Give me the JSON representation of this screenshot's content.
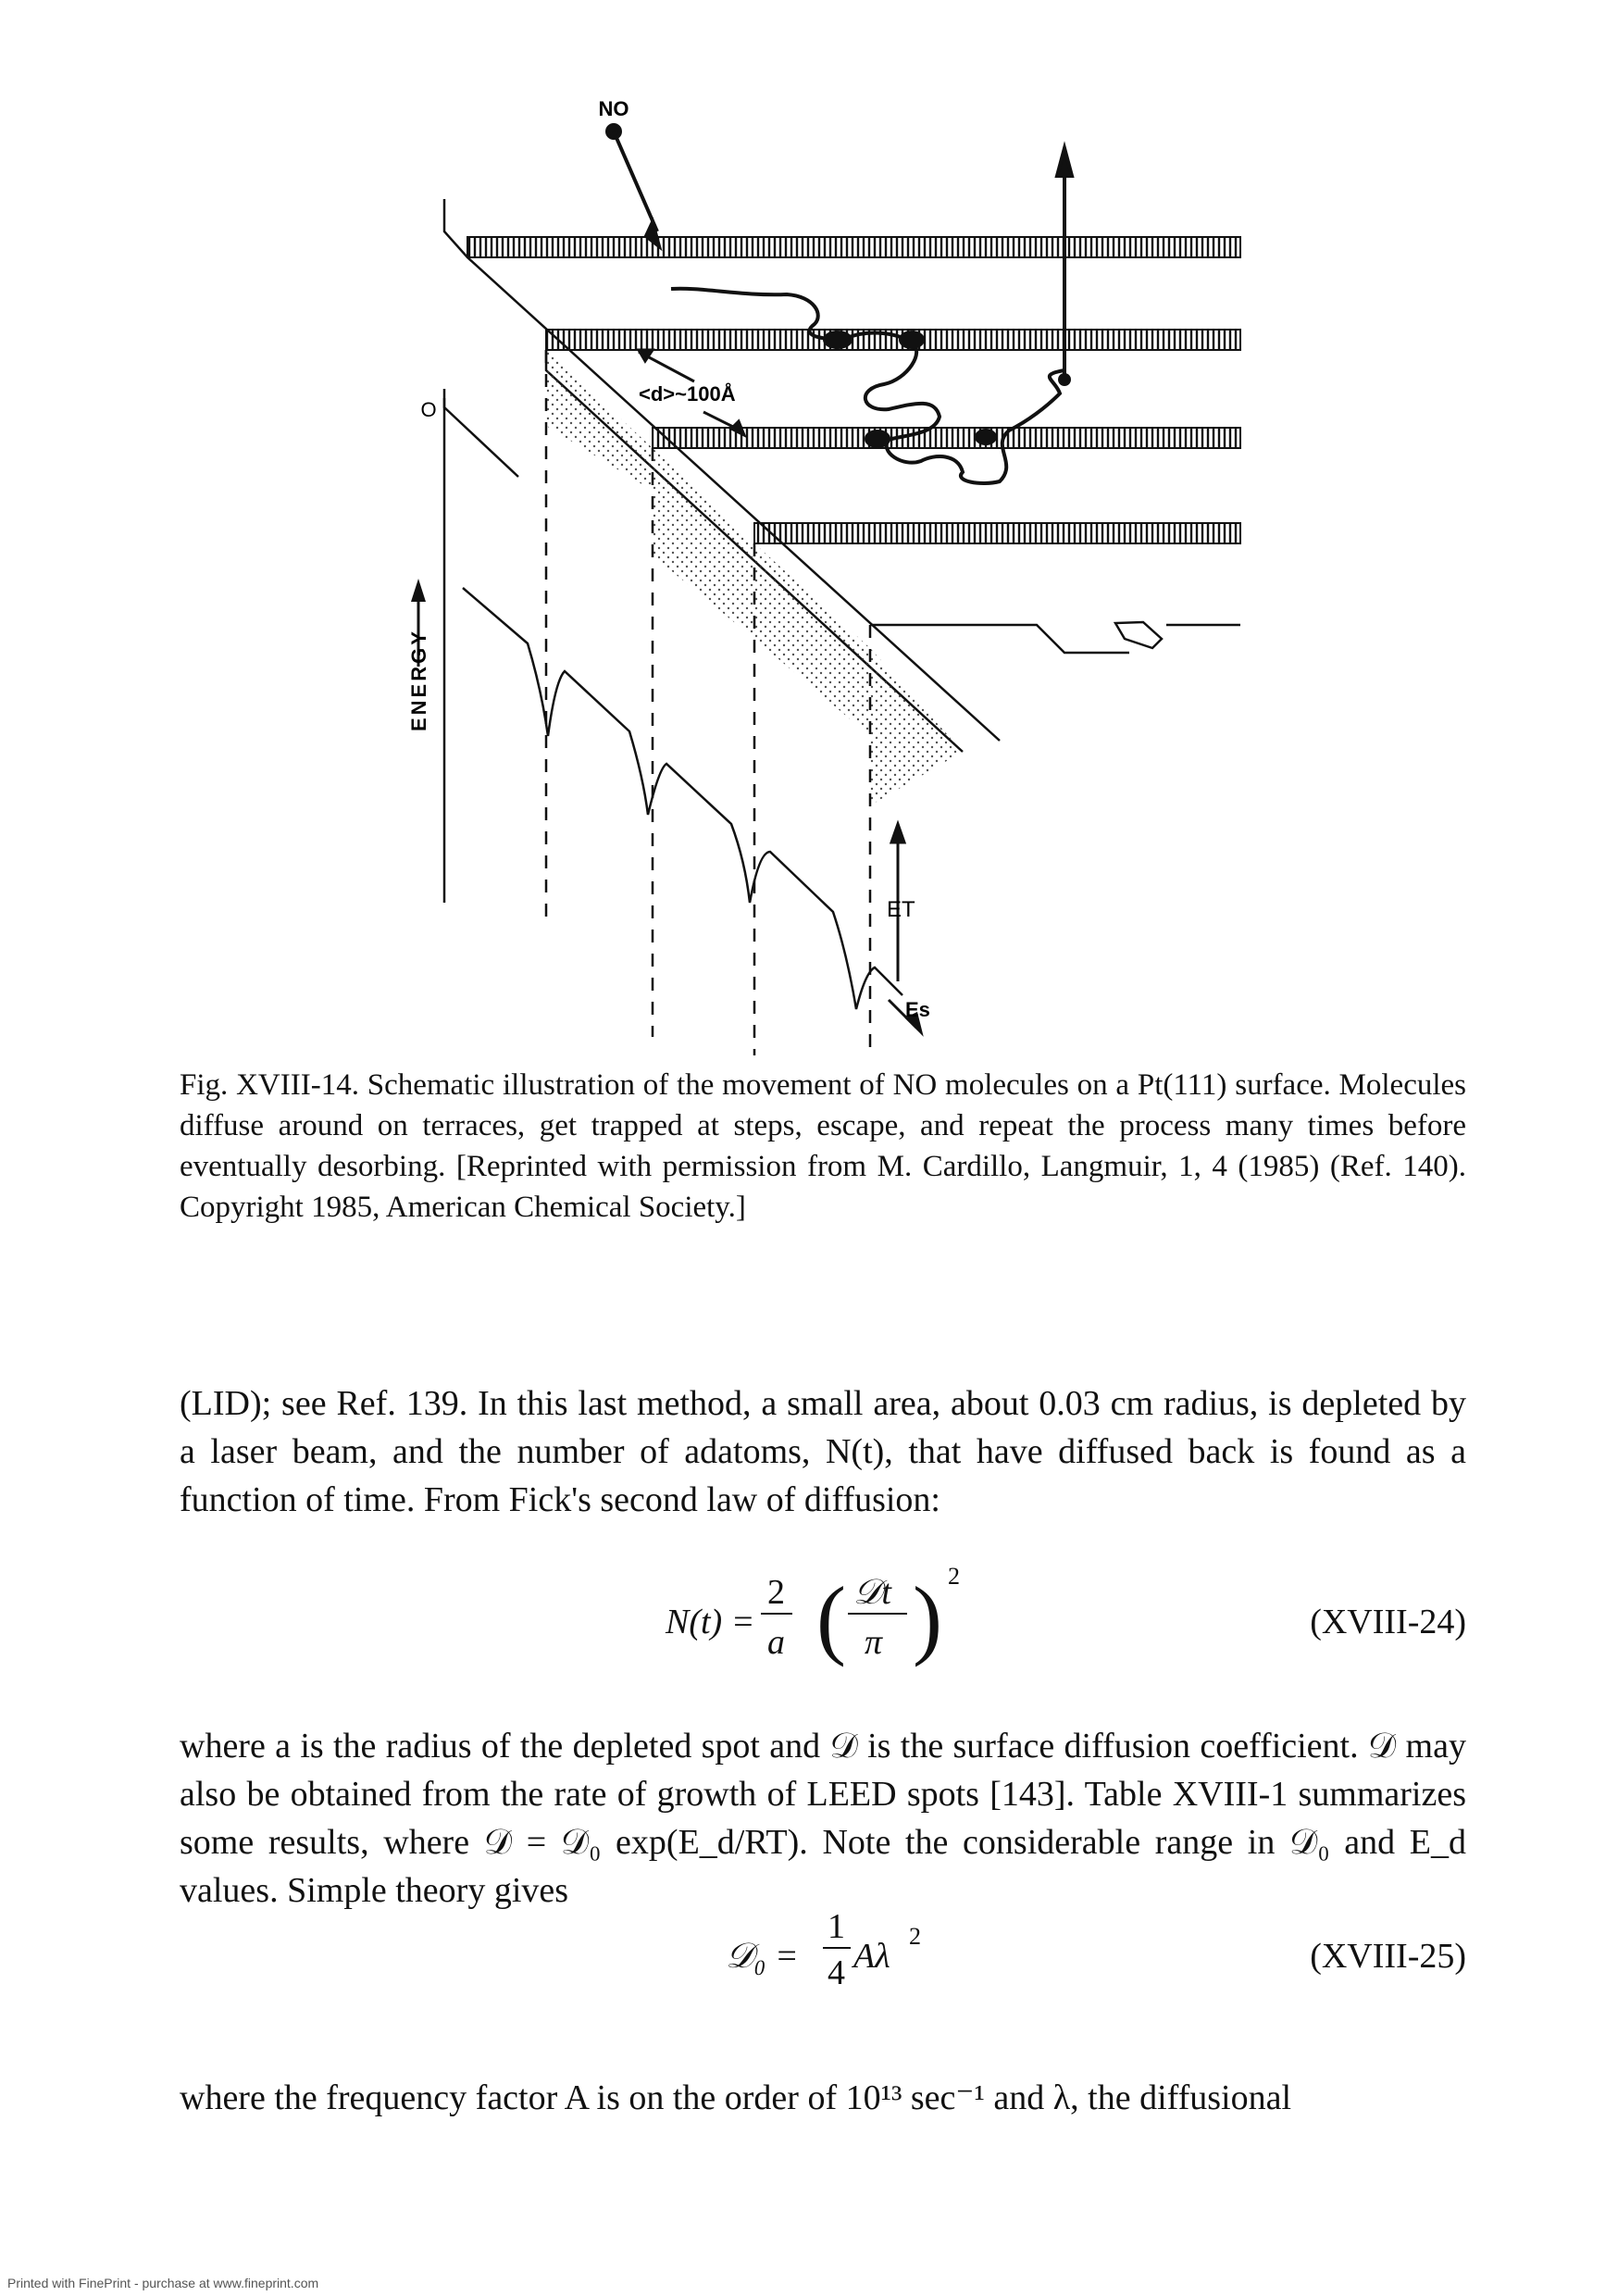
{
  "figure": {
    "labels": {
      "molecule": "NO",
      "zero": "O",
      "energy_axis": "ENERGY",
      "step_spacing": "<d>~100Å",
      "trap_energy": "ET",
      "step_energy": "Es"
    },
    "caption": "Fig. XVIII-14. Schematic illustration of the movement of NO molecules on a Pt(111) surface. Molecules diffuse around on terraces, get trapped at steps, escape, and repeat the process many times before eventually desorbing. [Reprinted with permission from M. Cardillo, Langmuir, 1, 4 (1985) (Ref. 140). Copyright 1985, American Chemical Society.]"
  },
  "body": {
    "para1": "(LID); see Ref. 139. In this last method, a small area, about 0.03 cm radius, is depleted by a laser beam, and the number of adatoms, N(t), that have diffused back is found as a function of time. From Fick's second law of diffusion:",
    "eq1": {
      "lhs": "N(t) =",
      "frac1_num": "2",
      "frac1_den": "a",
      "frac2_num": "𝒟t",
      "frac2_den": "π",
      "power": "2",
      "number": "(XVIII-24)"
    },
    "para2": "where a is the radius of the depleted spot and 𝒟 is the surface diffusion coefficient. 𝒟 may also be obtained from the rate of growth of LEED spots [143]. Table XVIII-1 summarizes some results, where 𝒟 = 𝒟₀ exp(E_d/RT). Note the considerable range in 𝒟₀ and E_d values. Simple theory gives",
    "eq2": {
      "lhs": "𝒟₀ =",
      "frac_num": "1",
      "frac_den": "4",
      "rhs": "Aλ",
      "power": "2",
      "number": "(XVIII-25)"
    },
    "para3": "where the frequency factor A is on the order of 10¹³ sec⁻¹ and λ, the diffusional"
  },
  "footer": "Printed with FinePrint - purchase at www.fineprint.com"
}
